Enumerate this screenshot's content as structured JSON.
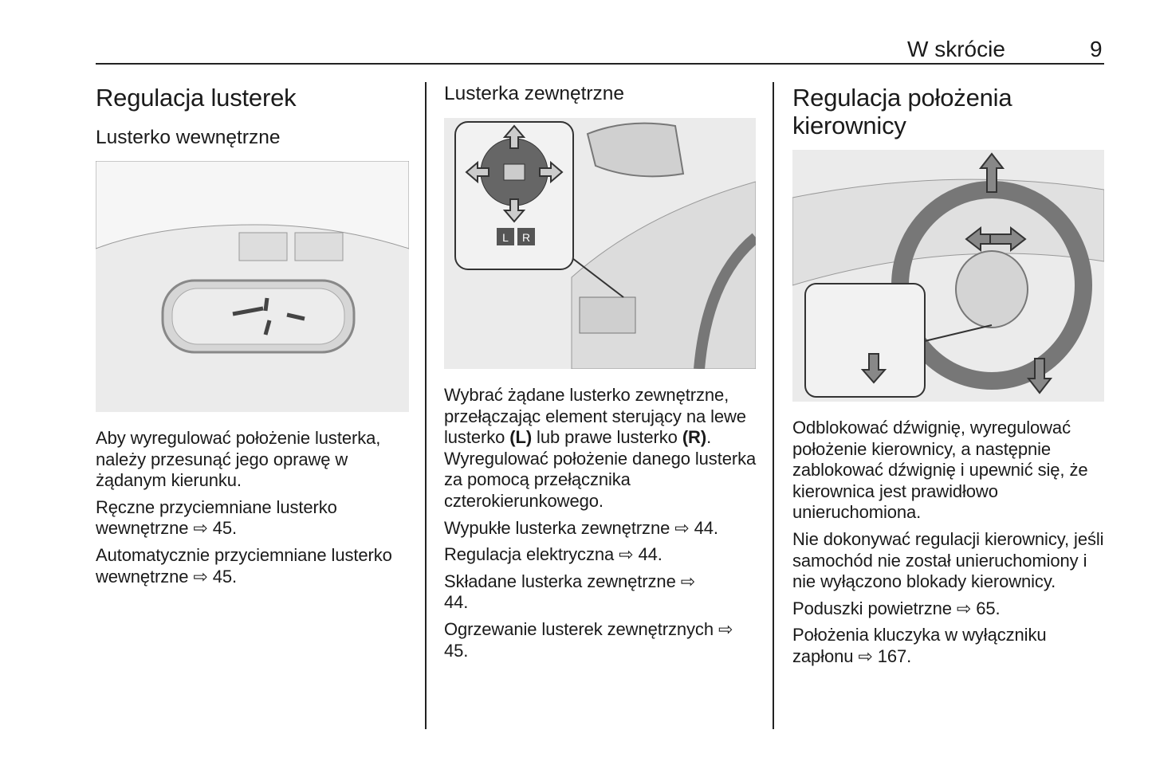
{
  "header": {
    "section": "W skrócie",
    "page": "9"
  },
  "col1": {
    "title": "Regulacja lusterek",
    "subtitle": "Lusterko wewnętrzne",
    "paragraphs": [
      "Aby wyregulować położenie lusterka, należy przesunąć jego oprawę w żądanym kierunku.",
      "Ręczne przyciemniane lusterko wewnętrzne ⇨ 45.",
      "Automatycznie przyciemniane lusterko wewnętrzne ⇨ 45."
    ]
  },
  "col2": {
    "subtitle": "Lusterka zewnętrzne",
    "figure_labels": {
      "left": "L",
      "right": "R"
    },
    "p1": {
      "a": "Wybrać żądane lusterko zewnętrzne, przełączając element sterujący na lewe lusterko ",
      "L": "(L)",
      "b": " lub prawe lusterko ",
      "R": "(R)",
      "c": ". Wyregulować położenie danego lusterka za pomocą przełącznika czterokierunkowego."
    },
    "paragraphs": [
      "Wypukłe lusterka zewnętrzne ⇨ 44.",
      "Regulacja elektryczna ⇨ 44.",
      "Składane lusterka zewnętrzne ⇨ 44.",
      "Ogrzewanie lusterek zewnętrznych ⇨ 45."
    ]
  },
  "col3": {
    "title": "Regulacja położenia kierownicy",
    "paragraphs": [
      "Odblokować dźwignię, wyregulować położenie kierownicy, a następnie zablokować dźwignię i upewnić się, że kierownica jest prawidłowo unieruchomiona.",
      "Nie dokonywać regulacji kierownicy, jeśli samochód nie został unieruchomiony i nie wyłączono blokady kierownicy.",
      "Poduszki powietrzne ⇨ 65.",
      "Położenia kluczyka w wyłączniku zapłonu ⇨ 167."
    ]
  }
}
